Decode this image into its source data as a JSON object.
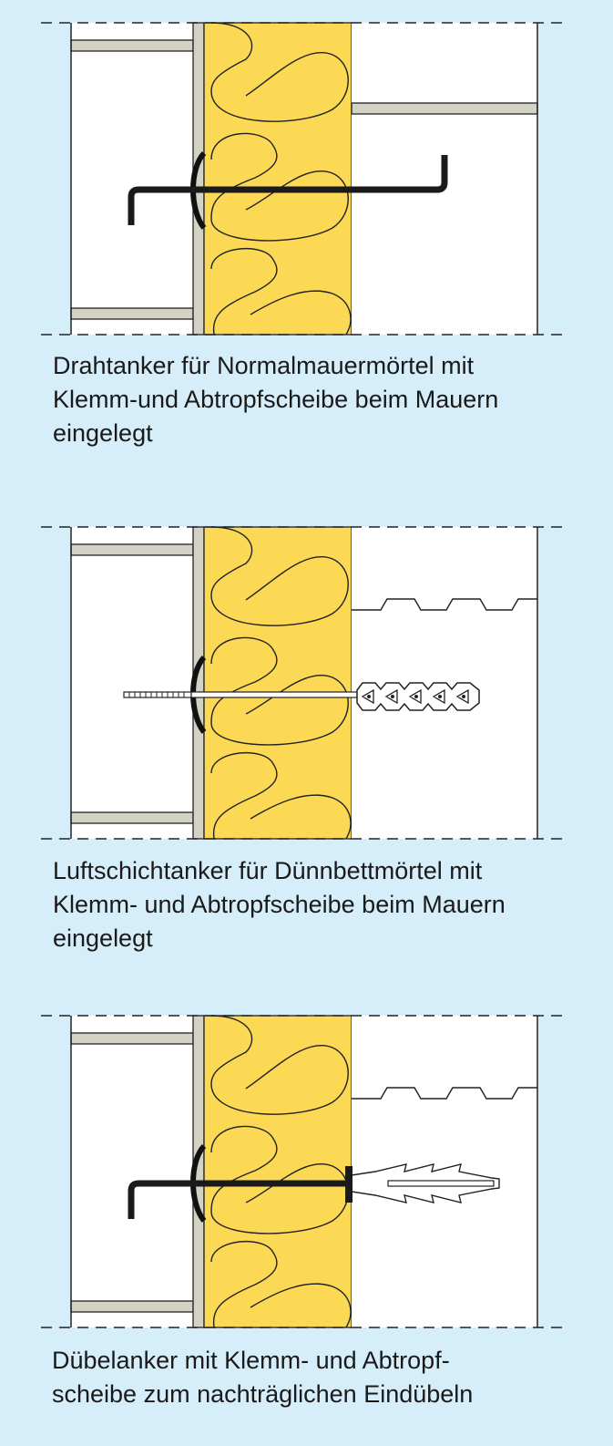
{
  "colors": {
    "background": "#d6eefa",
    "insulation": "#fcd954",
    "masonry": "#ffffff",
    "mortar": "#d4d2c4",
    "outline": "#222222",
    "anchor": "#1a1a1a"
  },
  "panels": [
    {
      "id": "drahtanker",
      "anchor_type": "wire-anchor",
      "caption_lines": [
        "Drahtanker für Normalmauermörtel mit",
        "Klemm-und Abtropfscheibe beim Mauern",
        "eingelegt"
      ]
    },
    {
      "id": "luftschichtanker",
      "anchor_type": "thin-bed-anchor",
      "caption_lines": [
        "Luftschichtanker für Dünnbettmörtel mit",
        "Klemm- und Abtropfscheibe beim Mauern",
        "eingelegt"
      ]
    },
    {
      "id": "duebelanker",
      "anchor_type": "dowel-anchor",
      "caption_lines": [
        "Dübelanker mit Klemm- und Abtropf-",
        "scheibe zum nachträglichen Eindübeln"
      ]
    }
  ]
}
